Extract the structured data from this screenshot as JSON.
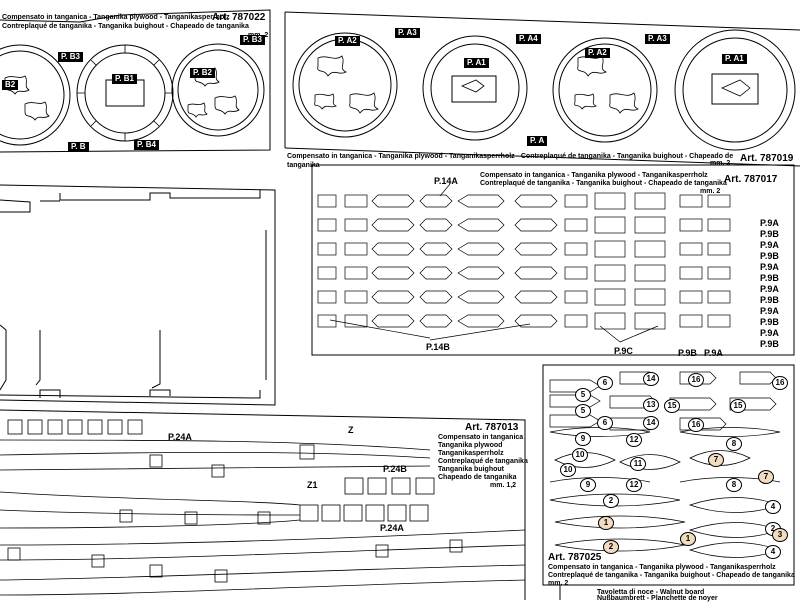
{
  "sheet_787022": {
    "art": "Art. 787022",
    "title_line1": "Compensato in tanganica - Tanganika plywood - Tanganikasperrholz",
    "title_line2": "Contreplaqué de tanganika - Tanganika buighout - Chapeado de tanganika",
    "thickness": "mm. 2",
    "tags": [
      "P. B3",
      "B2",
      "P. B1",
      "P. B3",
      "P. B2",
      "P. B",
      "P. B4"
    ]
  },
  "sheet_787019": {
    "art": "Art. 787019",
    "title": "Compensato in tanganica - Tanganika plywood - Tanganikasperrholz - Contreplaqué de tanganika - Tanganika buighout - Chapeado de tanganika",
    "thickness": "mm. 2",
    "tags": [
      "P. A2",
      "P. A3",
      "P. A1",
      "P. A4",
      "P. A2",
      "P. A3",
      "P. A1",
      "P. A"
    ]
  },
  "sheet_787017": {
    "art": "Art. 787017",
    "title_line1": "Compensato in tanganica - Tanganika plywood - Tanganikasperrholz",
    "title_line2": "Contreplaqué de tanganika - Tanganika buighout - Chapeado de tanganika",
    "thickness": "mm. 2",
    "labels": {
      "p14a": "P.14A",
      "p14b": "P.14B",
      "p9c": "P.9C",
      "p9b": "P.9B",
      "p9a": "P.9A"
    },
    "right_labels": [
      "P.9A",
      "P.9B",
      "P.9A",
      "P.9B",
      "P.9A",
      "P.9B",
      "P.9A",
      "P.9B",
      "P.9A",
      "P.9B",
      "P.9A",
      "P.9B"
    ]
  },
  "sheet_787013": {
    "art": "Art. 787013",
    "lines": [
      "Compensato in tanganica",
      "Tanganika plywood",
      "Tanganikasperrholz",
      "Contreplaqué de tanganika",
      "Tanganika buighout",
      "Chapeado de tanganika"
    ],
    "thickness": "mm. 1,2",
    "labels": {
      "p24a": "P.24A",
      "z": "Z",
      "p24b": "P.24B",
      "z1": "Z1",
      "p24a2": "P.24A"
    }
  },
  "sheet_787025": {
    "art": "Art. 787025",
    "title_line1": "Compensato in tanganica - Tanganika plywood - Tanganikasperrholz",
    "title_line2": "Contreplaqué de tanganika - Tanganika buighout - Chapeado de tanganika",
    "thickness": "mm. 2",
    "numbers": [
      "6",
      "14",
      "16",
      "16",
      "5",
      "13",
      "15",
      "15",
      "5",
      "6",
      "14",
      "16",
      "9",
      "12",
      "8",
      "10",
      "11",
      "7",
      "10",
      "9",
      "12",
      "8",
      "7",
      "2",
      "4",
      "1",
      "2",
      "1",
      "3",
      "2",
      "4"
    ]
  },
  "walnut": {
    "line1": "Tavoletta di noce - Walnut board",
    "line2": "Nußbaumbrett - Planchette de noyer"
  }
}
